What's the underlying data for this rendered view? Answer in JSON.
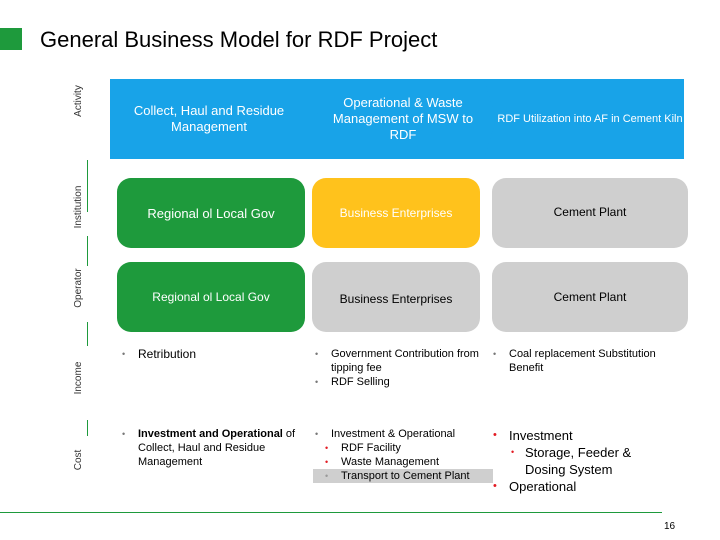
{
  "title": "General Business Model for RDF Project",
  "page_number": "16",
  "row_labels": {
    "activity": "Activity",
    "institution": "Institution",
    "operator": "Operator",
    "income": "Income",
    "cost": "Cost"
  },
  "activities": [
    "Collect, Haul and Residue Management",
    "Operational & Waste Management of MSW to RDF",
    "RDF Utilization into AF in Cement Kiln"
  ],
  "institution": [
    "Regional ol Local Gov",
    "Business Enterprises",
    "Cement Plant"
  ],
  "operator": [
    "Regional ol Local Gov",
    "Business Enterprises",
    "Cement Plant"
  ],
  "income": {
    "col1": [
      "Retribution"
    ],
    "col2": [
      "Government Contribution from tipping fee",
      "RDF Selling"
    ],
    "col3": [
      "Coal replacement Substitution Benefit"
    ]
  },
  "cost": {
    "col1_bold": "Investment and Operational",
    "col1_rest": " of Collect, Haul and Residue Management",
    "col2_head": "Investment & Operational",
    "col2_items": [
      "RDF Facility",
      "Waste Management",
      "Transport to Cement Plant"
    ],
    "col3_head1": "Investment",
    "col3_items": [
      "Storage, Feeder & Dosing System"
    ],
    "col3_head2": "Operational"
  },
  "colors": {
    "green": "#1e9a3c",
    "blue": "#18a3e8",
    "yellow": "#ffc21c",
    "gray": "#cfcfcf",
    "bullet_red": "#e31b23"
  }
}
